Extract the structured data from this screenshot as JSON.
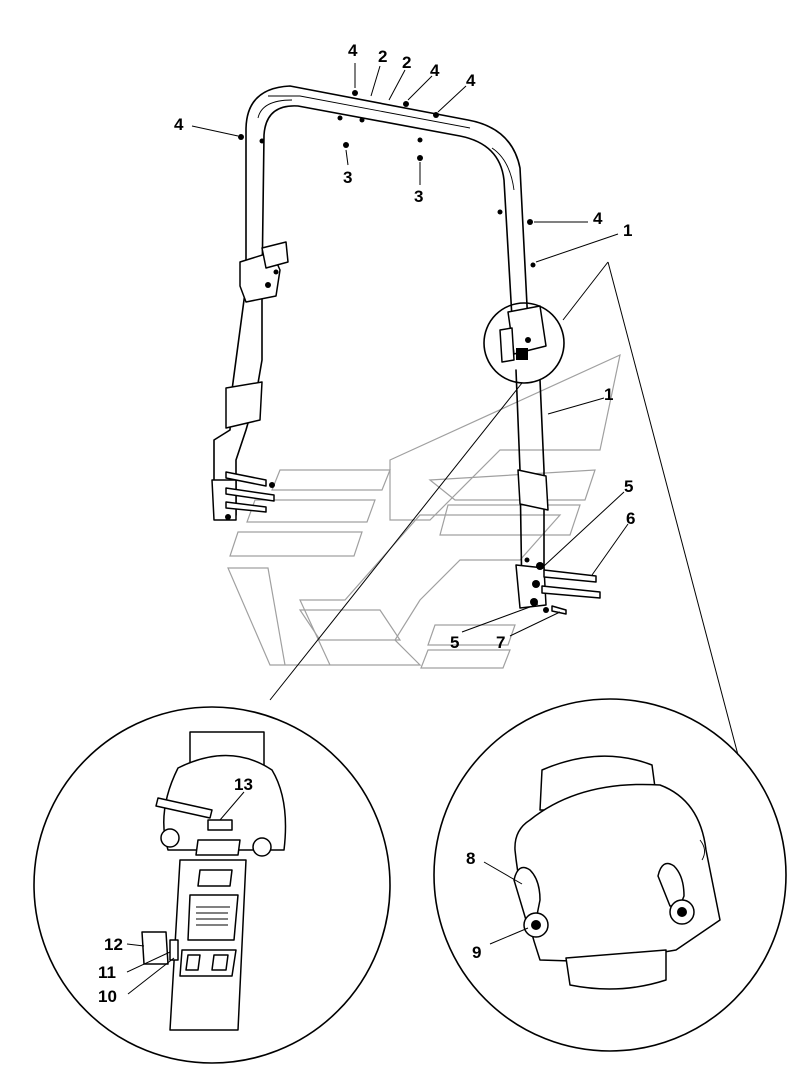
{
  "callouts": {
    "c1a": "1",
    "c1b": "1",
    "c2a": "2",
    "c2b": "2",
    "c3a": "3",
    "c3b": "3",
    "c4a": "4",
    "c4b": "4",
    "c4c": "4",
    "c4d": "4",
    "c4e": "4",
    "c5a": "5",
    "c5b": "5",
    "c6": "6",
    "c7": "7",
    "c8": "8",
    "c9": "9",
    "c10": "10",
    "c11": "11",
    "c12": "12",
    "c13": "13"
  }
}
